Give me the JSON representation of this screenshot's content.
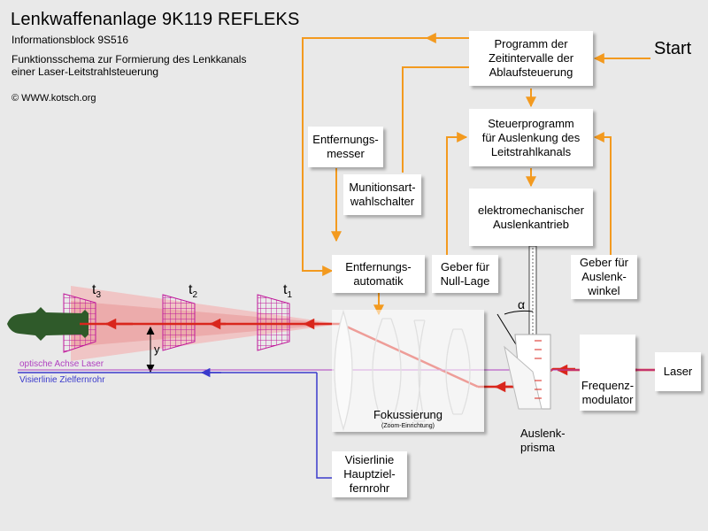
{
  "header": {
    "title": "Lenkwaffenanlage 9K119 REFLEKS",
    "info_block": "Informationsblock 9S516",
    "description_line1": "Funktionsschema zur Formierung des  Lenkkanals",
    "description_line2": "einer Laser-Leitstrahlsteuerung",
    "copyright": "© WWW.kotsch.org"
  },
  "diagram": {
    "start": "Start",
    "boxes": {
      "programm": "Programm der\nZeitintervalle der\nAblaufsteuerung",
      "steuerprogramm": "Steuerprogramm\nfür Auslenkung des\nLeitstrahlkanals",
      "elektromech": "elektromechanischer\nAuslenkantrieb",
      "entfernungsmesser": "Entfernungs-\nmesser",
      "munitionsart": "Munitionsart-\nwahlschalter",
      "entfernungsautomatik": "Entfernungs-\nautomatik",
      "geber_null": "Geber für\nNull-Lage",
      "geber_winkel": "Geber für\nAuslenk-\nwinkel",
      "laser": "Laser",
      "frequenz": "Frequenz-\nmodulator",
      "fokussierung": "Fokussierung",
      "zoom": "(Zoom-Einrichtung)",
      "visierlinie": "Visierlinie\nHauptziel-\nfernrohr"
    },
    "labels": {
      "alpha": "α",
      "y": "y",
      "auslenkprisma": "Auslenk-\nprisma",
      "optische_achse": "optische Achse Laser",
      "visierlinie_zf": "Visierlinie Zielfernrohr",
      "t3_base": "t",
      "t3_sub": "3",
      "t2_base": "t",
      "t2_sub": "2",
      "t1_base": "t",
      "t1_sub": "1"
    },
    "colors": {
      "arrow": "#f39a1f",
      "beam": "#d9261c",
      "grid": "#c0189a",
      "optical_axis": "#b040c0",
      "sight_line": "#3a3acc",
      "missile": "#2f5a2a"
    }
  }
}
